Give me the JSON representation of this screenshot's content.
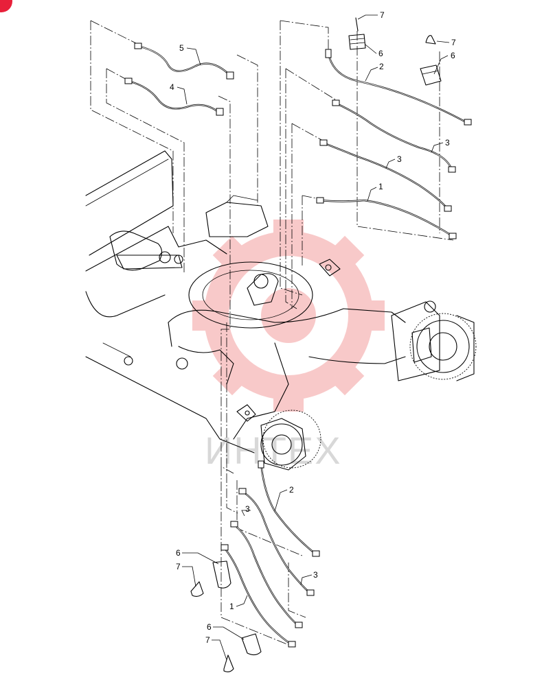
{
  "diagram": {
    "callouts": {
      "hose_1_top": "1",
      "hose_2_top": "2",
      "hose_3_top_a": "3",
      "hose_3_top_b": "3",
      "hose_4": "4",
      "hose_5": "5",
      "guard_6_top_a": "6",
      "guard_6_top_b": "6",
      "tie_7_top_a": "7",
      "tie_7_top_b": "7",
      "hose_1_bottom": "1",
      "hose_2_bottom": "2",
      "hose_3_bottom_a": "3",
      "hose_3_bottom_b": "3",
      "guard_6_bottom_a": "6",
      "guard_6_bottom_b": "6",
      "tie_7_bottom_a": "7",
      "tie_7_bottom_b": "7"
    },
    "watermark_text": "ИНТЕХ",
    "colors": {
      "line": "#000000",
      "watermark_logo": "#f08a8a",
      "watermark_text": "#d8d8d8",
      "corner_badge": "#e8203a"
    }
  }
}
